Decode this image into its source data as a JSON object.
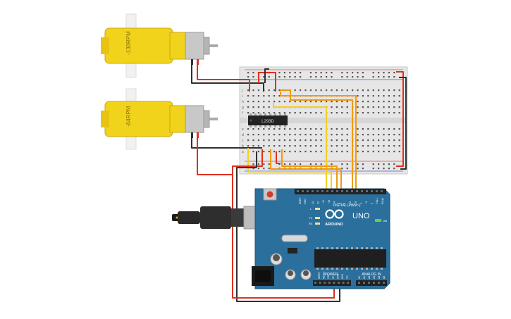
{
  "motors": {
    "top_label": "-138RPM",
    "bottom_label": "-84RPM"
  },
  "chip": {
    "label": "L293D"
  },
  "arduino": {
    "brand": "ARDUINO",
    "model": "UNO",
    "digital_header": "DIGITAL (PWM~)",
    "power_header": "POWER",
    "analog_header": "ANALOG IN",
    "on_label": "ON",
    "led_l": "L",
    "led_tx": "TX",
    "led_rx": "RX",
    "aref": "AREF",
    "gnd": "GND",
    "digital_pins": [
      "13",
      "12",
      "~11",
      "~10",
      "~9",
      "8",
      "7",
      "~6",
      "~5",
      "4",
      "~3",
      "2",
      "TX▸1",
      "RX◂0"
    ],
    "power_pins": [
      "IOREF",
      "RESET",
      "3.3V",
      "5V",
      "GND",
      "GND",
      "Vin"
    ],
    "analog_pins": [
      "A0",
      "A1",
      "A2",
      "A3",
      "A4",
      "A5"
    ]
  },
  "breadboard": {
    "row_letters_top": [
      "j",
      "i",
      "h",
      "g",
      "f"
    ],
    "row_letters_bottom": [
      "e",
      "d",
      "c",
      "b",
      "a"
    ]
  },
  "colors": {
    "motor_yellow": "#f2d31b",
    "wire_red": "#e03020",
    "wire_black": "#303030",
    "wire_orange": "#f09a10",
    "wire_yellow": "#f3d020",
    "arduino_blue": "#2b6f9c",
    "chip_black": "#232323"
  }
}
